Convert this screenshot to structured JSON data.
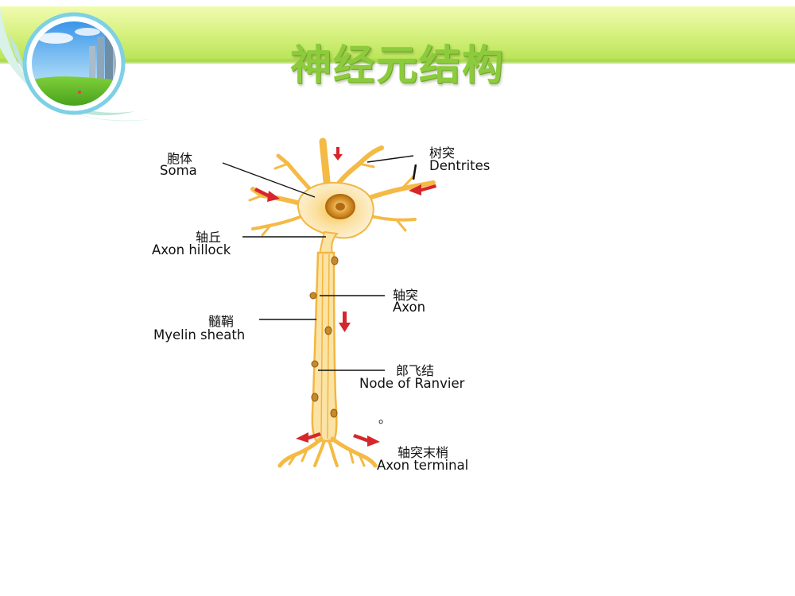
{
  "slide": {
    "title": "神经元结构",
    "colors": {
      "banner": "#c9ec6a",
      "title": "#8ccc3c",
      "axon": "#f5b330",
      "cell_body": "#fbe8b8",
      "arrow": "#d6262c",
      "nucleus": "#c97a18"
    }
  },
  "diagram": {
    "labels": {
      "soma": {
        "zh": "胞体",
        "en": "Soma"
      },
      "dendrites": {
        "zh": "树突",
        "en": "Dentrites"
      },
      "axon_hillock": {
        "zh": "轴丘",
        "en": "Axon hillock"
      },
      "axon": {
        "zh": "轴突",
        "en": "Axon"
      },
      "myelin_sheath": {
        "zh": "髓鞘",
        "en": "Myelin sheath"
      },
      "node_of_ranvier": {
        "zh": "郎飞结",
        "en": "Node of Ranvier"
      },
      "axon_terminal": {
        "zh": "轴突末梢",
        "en": "Axon terminal"
      }
    },
    "stray_mark": "。"
  }
}
